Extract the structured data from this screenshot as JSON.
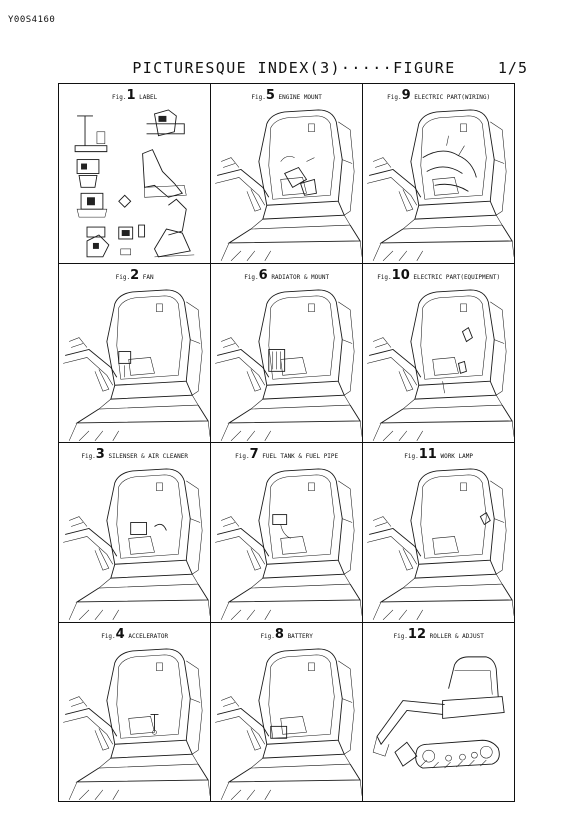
{
  "doc_code": "Y00S4160",
  "title": "PICTURESQUE INDEX(3)·····FIGURE",
  "page": "1/5",
  "figures": [
    {
      "prefix": "Fig.",
      "num": "1",
      "label": "LABEL"
    },
    {
      "prefix": "Fig.",
      "num": "5",
      "label": "ENGINE MOUNT"
    },
    {
      "prefix": "Fig.",
      "num": "9",
      "label": "ELECTRIC PART(WIRING)"
    },
    {
      "prefix": "Fig.",
      "num": "2",
      "label": "FAN"
    },
    {
      "prefix": "Fig.",
      "num": "6",
      "label": "RADIATOR & MOUNT"
    },
    {
      "prefix": "Fig.",
      "num": "10",
      "label": "ELECTRIC PART(EQUIPMENT)"
    },
    {
      "prefix": "Fig.",
      "num": "3",
      "label": "SILENSER & AIR CLEANER"
    },
    {
      "prefix": "Fig.",
      "num": "7",
      "label": "FUEL TANK & FUEL PIPE"
    },
    {
      "prefix": "Fig.",
      "num": "11",
      "label": "WORK LAMP"
    },
    {
      "prefix": "Fig.",
      "num": "4",
      "label": "ACCELERATOR"
    },
    {
      "prefix": "Fig.",
      "num": "8",
      "label": "BATTERY"
    },
    {
      "prefix": "Fig.",
      "num": "12",
      "label": "ROLLER & ADJUST"
    }
  ]
}
